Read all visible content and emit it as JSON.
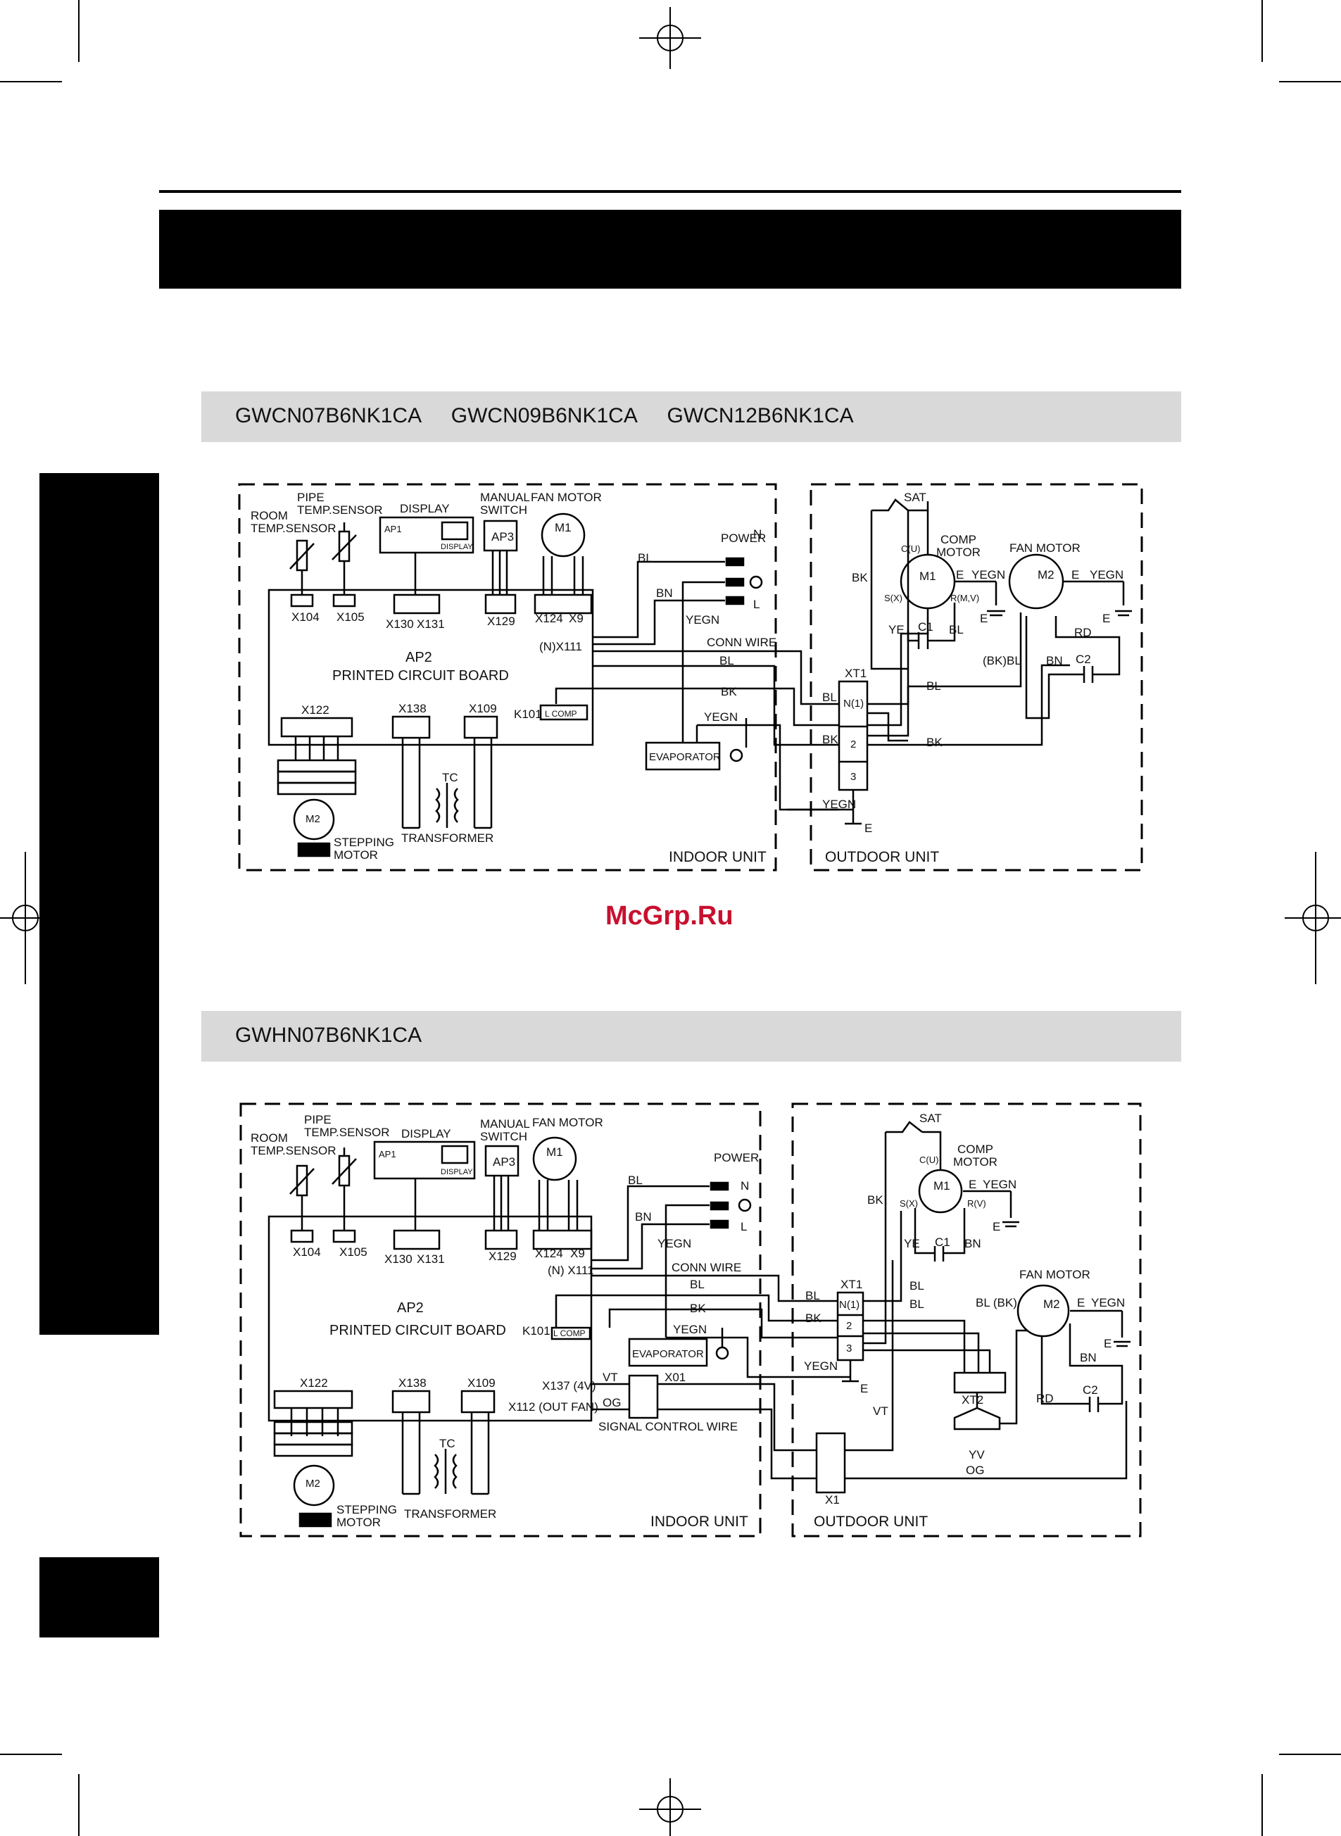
{
  "section1": {
    "models": [
      "GWCN07B6NK1CA",
      "GWCN09B6NK1CA",
      "GWCN12B6NK1CA"
    ],
    "labels": {
      "room_sensor": [
        "ROOM",
        "TEMP.SENSOR"
      ],
      "pipe_sensor": [
        "PIPE",
        "TEMP.SENSOR"
      ],
      "display": "DISPLAY",
      "ap1": "AP1",
      "display_small": "DISPLAY",
      "manual_switch": [
        "MANUAL",
        "SWITCH"
      ],
      "ap3": "AP3",
      "fan_motor_in": "FAN MOTOR",
      "m1_in": "M1",
      "power": "POWER",
      "n": "N",
      "l": "L",
      "bl": "BL",
      "bn": "BN",
      "yegn": "YEGN",
      "x104": "X104",
      "x105": "X105",
      "x130": "X130",
      "x131": "X131",
      "x129": "X129",
      "x124": "X124",
      "x9": "X9",
      "x111": "(N)X111",
      "conn_wire": "CONN WIRE",
      "ap2": "AP2",
      "pcb": "PRINTED CIRCUIT BOARD",
      "x122": "X122",
      "x138": "X138",
      "x109": "X109",
      "k101": "K101",
      "l_comp": "L  COMP",
      "evaporator": "EVAPORATOR",
      "tc": "TC",
      "transformer": "TRANSFORMER",
      "m2_step": "M2",
      "stepping_motor": [
        "STEPPING",
        "MOTOR"
      ],
      "indoor_unit": "INDOOR UNIT",
      "outdoor_unit": "OUTDOOR UNIT",
      "sat": "SAT",
      "cu": "C(U)",
      "comp_motor": [
        "COMP",
        "MOTOR"
      ],
      "m1_out": "M1",
      "e": "E",
      "sx": "S(X)",
      "rmv": "R(M,V)",
      "ye": "YE",
      "c1": "C1",
      "bk": "BK",
      "fan_motor_out": "FAN  MOTOR",
      "m2_out": "M2",
      "rd": "RD",
      "c2": "C2",
      "bk_bl": "(BK)BL",
      "xt1": "XT1",
      "n1": "N(1)",
      "t2": "2",
      "t3": "3"
    }
  },
  "watermark": "McGrp.Ru",
  "section2": {
    "models": [
      "GWHN07B6NK1CA"
    ],
    "labels": {
      "room_sensor": [
        "ROOM",
        "TEMP.SENSOR"
      ],
      "pipe_sensor": [
        "PIPE",
        "TEMP.SENSOR"
      ],
      "display": "DISPLAY",
      "ap1": "AP1",
      "display_small": "DISPLAY",
      "manual_switch": [
        "MANUAL",
        "SWITCH"
      ],
      "ap3": "AP3",
      "fan_motor_in": "FAN MOTOR",
      "m1_in": "M1",
      "power": "POWER",
      "n": "N",
      "l": "L",
      "bl": "BL",
      "bn": "BN",
      "yegn": "YEGN",
      "x104": "X104",
      "x105": "X105",
      "x130": "X130",
      "x131": "X131",
      "x129": "X129",
      "x124": "X124",
      "x9": "X9",
      "x111": "(N) X111",
      "conn_wire": "CONN WIRE",
      "ap2": "AP2",
      "pcb": "PRINTED CIRCUIT BOARD",
      "k101": "K101",
      "l_comp": "L  COMP",
      "evaporator": "EVAPORATOR",
      "x122": "X122",
      "x138": "X138",
      "x109": "X109",
      "x137": "X137 (4V)",
      "x112": "X112 (OUT FAN)",
      "vt": "VT",
      "og": "OG",
      "x01": "X01",
      "signal_control_wire": "SIGNAL CONTROL WIRE",
      "tc": "TC",
      "transformer": "TRANSFORMER",
      "m2_step": "M2",
      "stepping_motor": [
        "STEPPING",
        "MOTOR"
      ],
      "indoor_unit": "INDOOR UNIT",
      "outdoor_unit": "OUTDOOR UNIT",
      "sat": "SAT",
      "cu": "C(U)",
      "comp_motor": [
        "COMP",
        "MOTOR"
      ],
      "m1_out": "M1",
      "e": "E",
      "sx": "S(X)",
      "rv": "R(V)",
      "ye": "YE",
      "c1": "C1",
      "bk": "BK",
      "fan_motor_out": "FAN MOTOR",
      "m2_out": "M2",
      "bl_bk": "BL (BK)",
      "rd": "RD",
      "c2": "C2",
      "xt1": "XT1",
      "n1": "N(1)",
      "t2": "2",
      "t3": "3",
      "xt2": "XT2",
      "yv": "YV",
      "x1": "X1"
    }
  }
}
